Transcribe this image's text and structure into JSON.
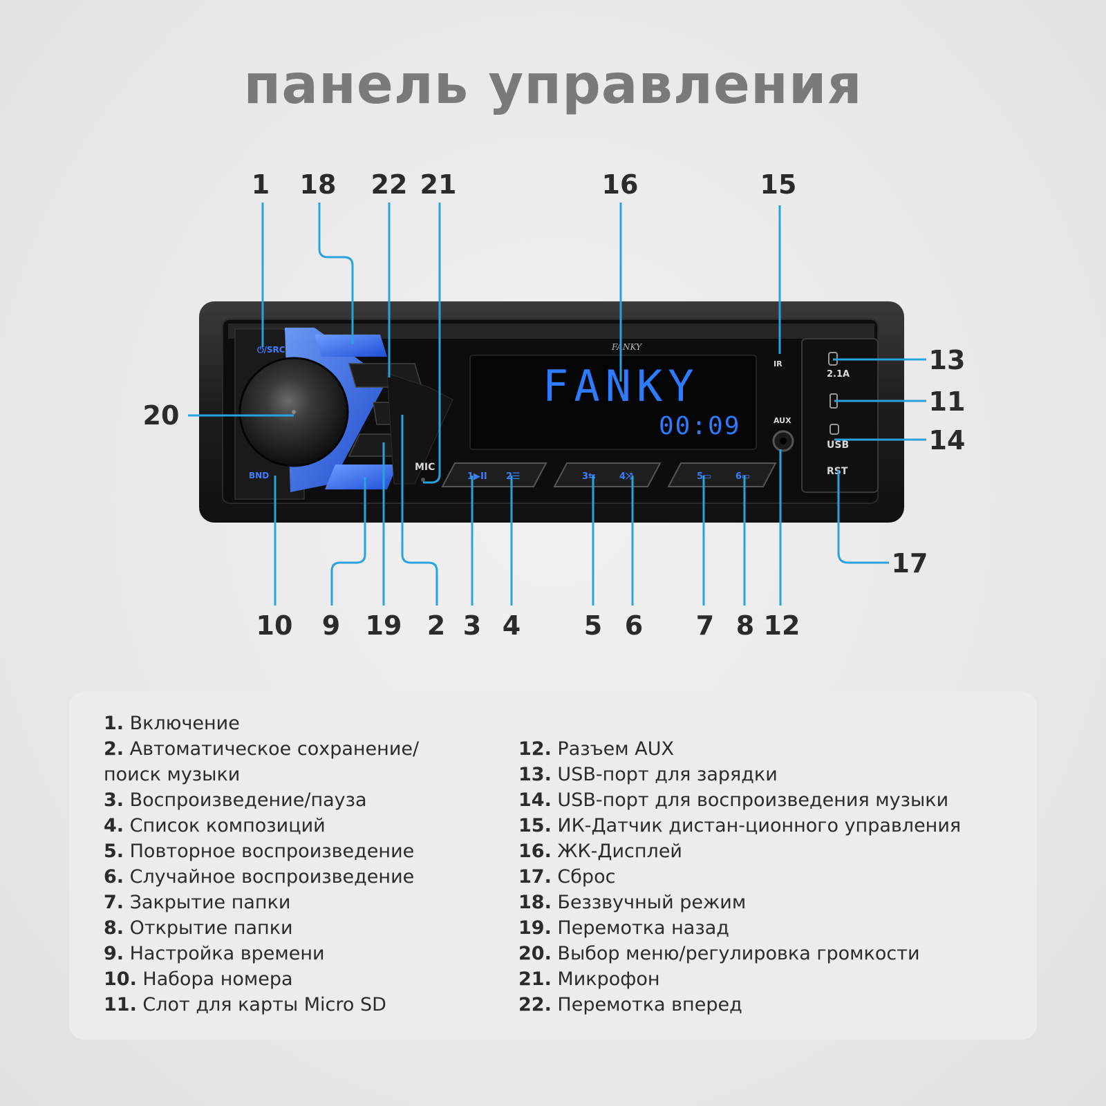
{
  "title": "панель управления",
  "device": {
    "brand": "FANKY",
    "display_text": "FANKY",
    "display_time": "00:09",
    "labels": {
      "src": "⏻/SRC",
      "bnd": "BND",
      "mic": "MIC",
      "ir": "IR",
      "aux": "AUX",
      "usb_charge": "2.1A",
      "usb": "USB",
      "rst": "RST",
      "preset1": "1▶II",
      "preset2": "2☰",
      "preset3": "3⇆",
      "preset4": "4⤨",
      "preset5": "5▭",
      "preset6": "6▭"
    }
  },
  "callouts": [
    "1",
    "18",
    "22",
    "21",
    "16",
    "15",
    "13",
    "11",
    "14",
    "20",
    "17",
    "10",
    "9",
    "19",
    "2",
    "3",
    "4",
    "5",
    "6",
    "7",
    "8",
    "12"
  ],
  "legend_left": [
    {
      "num": "1.",
      "text": " Включение"
    },
    {
      "num": "2.",
      "text": " Автоматическое сохранение/"
    },
    {
      "num": "",
      "text": "поиск музыки"
    },
    {
      "num": "3.",
      "text": " Воспроизведение/пауза"
    },
    {
      "num": "4.",
      "text": " Список композиций"
    },
    {
      "num": "5.",
      "text": " Повторное воспроизведение"
    },
    {
      "num": "6.",
      "text": " Случайное воспроизведение"
    },
    {
      "num": "7.",
      "text": " Закрытие папки"
    },
    {
      "num": "8.",
      "text": " Открытие папки"
    },
    {
      "num": "9.",
      "text": " Настройка времени"
    },
    {
      "num": "10.",
      "text": " Набора номера"
    },
    {
      "num": "11.",
      "text": " Слот для карты Micro SD"
    }
  ],
  "legend_right": [
    {
      "num": "12.",
      "text": " Разъем AUX"
    },
    {
      "num": "13.",
      "text": " USB-порт для зарядки"
    },
    {
      "num": "14.",
      "text": " USB-порт для воспроизведения музыки"
    },
    {
      "num": "15.",
      "text": " ИК-Датчик дистан-ционного управления"
    },
    {
      "num": "16.",
      "text": " ЖК-Дисплей"
    },
    {
      "num": "17.",
      "text": " Сброс"
    },
    {
      "num": "18.",
      "text": " Беззвучный режим"
    },
    {
      "num": "19.",
      "text": " Перемотка назад"
    },
    {
      "num": "20.",
      "text": " Выбор меню/регулировка громкости"
    },
    {
      "num": "21.",
      "text": " Микрофон"
    },
    {
      "num": "22.",
      "text": " Перемотка вперед"
    }
  ],
  "colors": {
    "accent": "#29a3df",
    "button_glow": "#2f6bff",
    "lcd": "#2d7cff",
    "title": "#7a7a7a"
  }
}
